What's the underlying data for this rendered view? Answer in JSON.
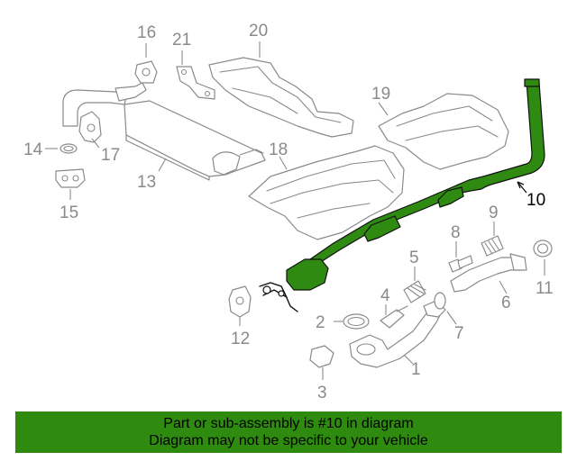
{
  "callouts": {
    "c1": "1",
    "c2": "2",
    "c3": "3",
    "c4": "4",
    "c5": "5",
    "c6": "6",
    "c7": "7",
    "c8": "8",
    "c9": "9",
    "c10": "10",
    "c11": "11",
    "c12": "12",
    "c13": "13",
    "c14": "14",
    "c15": "15",
    "c16": "16",
    "c17": "17",
    "c18": "18",
    "c19": "19",
    "c20": "20",
    "c21": "21"
  },
  "banner": {
    "line1": "Part or sub-assembly is #10 in diagram",
    "line2": "Diagram may not be specific to your vehicle"
  },
  "colors": {
    "highlight": "#2f8a12",
    "banner": "#2e8b0f",
    "line": "#8a8a8a"
  }
}
